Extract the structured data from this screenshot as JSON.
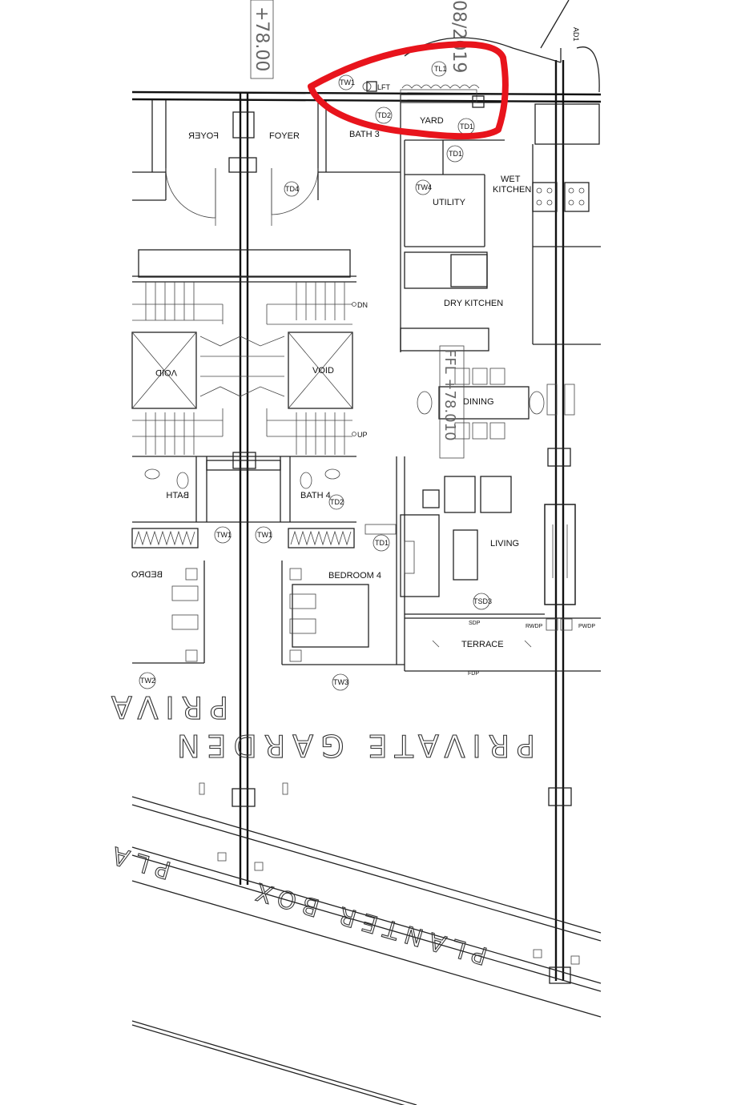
{
  "rooms": {
    "yard": "YARD",
    "wet_kitchen_1": "WET",
    "wet_kitchen_2": "KITCHEN",
    "utility": "UTILITY",
    "dry_kitchen": "DRY KITCHEN",
    "dining": "DINING",
    "living": "LIVING",
    "terrace": "TERRACE",
    "bedroom4": "BEDROOM 4",
    "bedroom_mirror": "BEDRO",
    "bath3": "BATH 3",
    "bath4": "BATH 4",
    "bath_mirror": "BATH",
    "foyer": "FOYER",
    "foyer_mirror": "FOYER",
    "void_left": "VOID",
    "void_right": "VOID",
    "stair_dn": "DN",
    "stair_up": "UP",
    "private_garden": "PRIVATE GARDEN",
    "private_partial": "PRIVA",
    "planter_box": "PLANTER BOX",
    "planter_partial": "PLA"
  },
  "annotations": {
    "level_top": "+78.00",
    "date_partial": "08/2019",
    "ffl": "FFL +78.010",
    "lift": "LFT",
    "ad_tag": "AD1"
  },
  "tags": {
    "tw1": "TW1",
    "td2": "TD2",
    "td1": "TD1",
    "td4": "TD4",
    "tw4": "TW4",
    "tsd3": "TSD3",
    "tw3": "TW3",
    "tw2": "TW2",
    "tl": "TL1"
  },
  "fixtures": {
    "sdp": "SDP",
    "rwdp": "RWDP",
    "pwdp": "PWDP",
    "fdp": "FDP"
  },
  "highlight": {
    "color": "#e8141c"
  }
}
